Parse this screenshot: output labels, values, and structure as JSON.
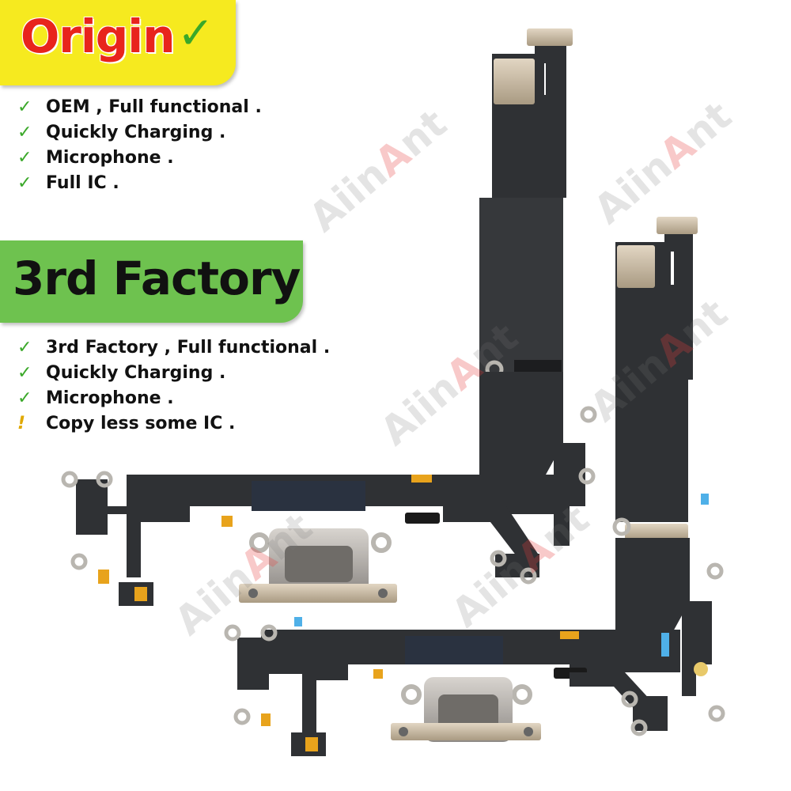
{
  "origin": {
    "title": "Origin",
    "check_glyph": "✓",
    "features": [
      {
        "mark": "✓",
        "text": "OEM , Full functional ."
      },
      {
        "mark": "✓",
        "text": "Quickly Charging ."
      },
      {
        "mark": "✓",
        "text": "Microphone ."
      },
      {
        "mark": "✓",
        "text": "Full IC ."
      }
    ]
  },
  "factory": {
    "title": "3rd Factory",
    "features": [
      {
        "mark": "✓",
        "text": "3rd Factory , Full functional ."
      },
      {
        "mark": "✓",
        "text": "Quickly Charging ."
      },
      {
        "mark": "✓",
        "text": "Microphone ."
      },
      {
        "mark": "!",
        "text": "Copy less some IC ."
      }
    ]
  },
  "watermark": {
    "prefix": "Aiin",
    "accent": "A",
    "suffix": "nt"
  },
  "colors": {
    "origin_banner": "#f6ea1f",
    "origin_text": "#e8241c",
    "factory_banner": "#6ec24f",
    "check": "#3aa829",
    "warn": "#e0a800",
    "flex_cable": "#2f3134",
    "metal": "#c9b79c"
  }
}
